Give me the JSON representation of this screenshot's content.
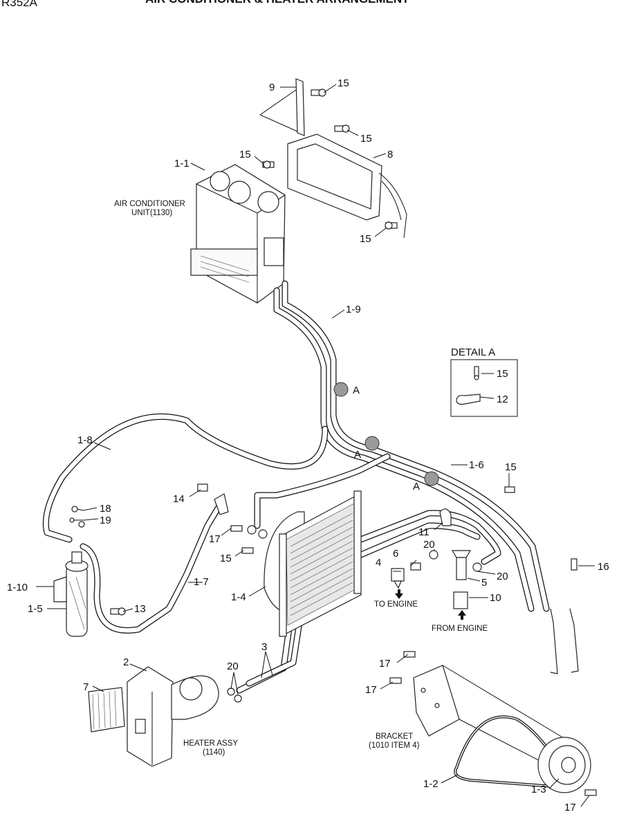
{
  "header": {
    "model": "R352A",
    "title": "AIR CONDITIONER & HEATER ARRANGEMENT"
  },
  "notes": {
    "ac_unit": [
      "AIR CONDITIONER",
      "UNIT(1130)"
    ],
    "heater_assy": [
      "HEATER ASSY",
      "(1140)"
    ],
    "bracket": [
      "BRACKET",
      "(1010 ITEM 4)"
    ],
    "to_engine": "TO ENGINE",
    "from_engine": "FROM ENGINE"
  },
  "detail_a": {
    "title": "DETAIL  A",
    "labels": [
      "15",
      "12"
    ]
  },
  "section_markers": [
    "A",
    "A",
    "A"
  ],
  "callouts": {
    "p1_1": "1-1",
    "p1_2": "1-2",
    "p1_3": "1-3",
    "p1_4": "1-4",
    "p1_5": "1-5",
    "p1_6": "1-6",
    "p1_7": "1-7",
    "p1_8": "1-8",
    "p1_9": "1-9",
    "p1_10": "1-10",
    "p2": "2",
    "p3": "3",
    "p4": "4",
    "p5": "5",
    "p6": "6",
    "p7": "7",
    "p8": "8",
    "p9": "9",
    "p10": "10",
    "p11": "11",
    "p13": "13",
    "p14": "14",
    "p16": "16",
    "p15a": "15",
    "p15b": "15",
    "p15c": "15",
    "p15d": "15",
    "p15e": "15",
    "p15f": "15",
    "p17a": "17",
    "p17b": "17",
    "p17c": "17",
    "p17d": "17",
    "p18": "18",
    "p19": "19",
    "p20a": "20",
    "p20b": "20",
    "p20c": "20"
  }
}
